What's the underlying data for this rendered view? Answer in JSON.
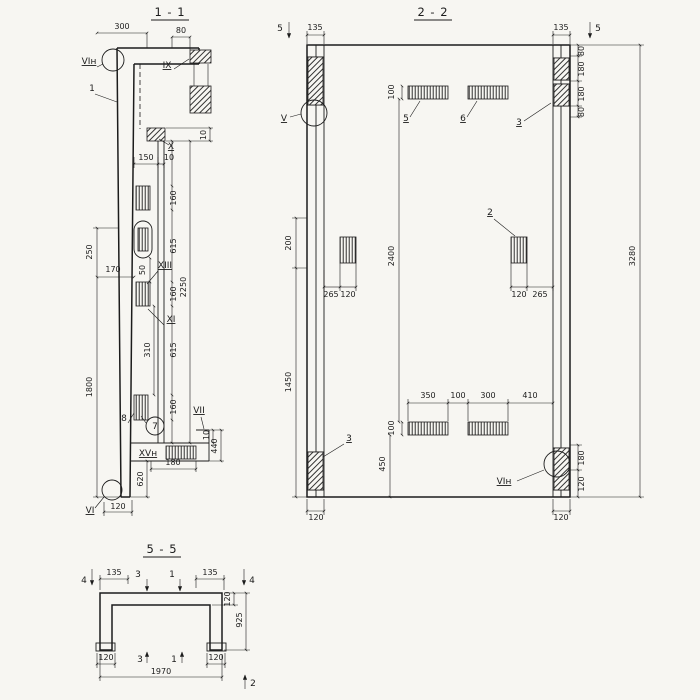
{
  "meta": {
    "bg": "#f7f6f2",
    "ink": "#1c1c1c"
  },
  "s11": {
    "title": "1 - 1",
    "d300": "300",
    "d80": "80",
    "n_vin": "VIн",
    "p1": "1",
    "n_ix": "IX",
    "n_x": "X",
    "d10_top": "10",
    "d150": "150",
    "d10_mid": "10",
    "d160a": "160",
    "d615a": "615",
    "d160b": "160",
    "d615b": "615",
    "d160c": "160",
    "d2250": "2250",
    "d250": "250",
    "d1800": "1800",
    "d170": "170",
    "d50": "50",
    "d310": "310",
    "n_xiii": "XIII",
    "n_xi": "XI",
    "n_vii": "VII",
    "n_xvn": "XVн",
    "n_vi": "VI",
    "p7": "7",
    "p8": "8",
    "d10_bot": "10",
    "d440": "440",
    "d620": "620",
    "d180": "180",
    "d120": "120"
  },
  "s22": {
    "title": "2 - 2",
    "cut5": "5",
    "d135l": "135",
    "d135r": "135",
    "rt80a": "80",
    "rt180a": "180",
    "rt180b": "180",
    "rt80b": "80",
    "d3280": "3280",
    "rb180": "180",
    "rb120": "120",
    "d200": "200",
    "d1450": "1450",
    "d2400": "2400",
    "d100top": "100",
    "p5": "5",
    "p6": "6",
    "p3top": "3",
    "n_v": "V",
    "p2": "2",
    "d265l": "265",
    "d120l": "120",
    "d120r": "120",
    "d265r": "265",
    "d350": "350",
    "d100row": "100",
    "d300": "300",
    "d410": "410",
    "d100bot": "100",
    "d450": "450",
    "p3bot": "3",
    "n_vin": "VIн",
    "b120l": "120",
    "b120r": "120"
  },
  "s55": {
    "title": "5 - 5",
    "cut4": "4",
    "cut2": "2",
    "d135l": "135",
    "d135r": "135",
    "p3": "3",
    "p1": "1",
    "d120flange": "120",
    "d925": "925",
    "b120l": "120",
    "b120r": "120",
    "d1970": "1970"
  }
}
